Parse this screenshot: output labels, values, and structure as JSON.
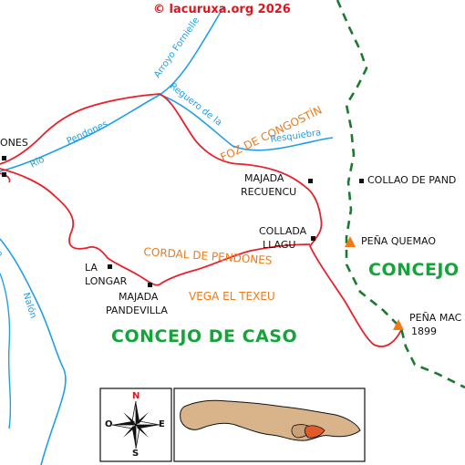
{
  "copyright": "© lacuruxa.org 2026",
  "places": {
    "pendones": "ONES",
    "majada_recuencu_1": "MAJADA",
    "majada_recuencu_2": "RECUENCU",
    "collao": "COLLAO DE PAND",
    "collada_1": "COLLADA",
    "collada_2": "LLAGU",
    "pena_quemao": "PEÑA QUEMAO",
    "pena_mac_1": "PEÑA MAC",
    "pena_mac_2": "1899",
    "la_longar_1": "LA",
    "la_longar_2": "LONGAR",
    "majada_pandevilla_1": "MAJADA",
    "majada_pandevilla_2": "PANDEVILLA"
  },
  "rivers": {
    "arroyo": "Arroyo Fornielle",
    "regueiro": "Reguero de la",
    "resquiebra": "Resquiebra",
    "rio": "Río",
    "pendones": "Pendones",
    "nalon": "Nalón",
    "edge": "o"
  },
  "features": {
    "foz": "FOZ DE CONGOSTÍN",
    "cordal": "CORDAL DE PENDONES",
    "vega": "VEGA EL TEXEU"
  },
  "areas": {
    "concejo_caso": "CONCEJO DE CASO",
    "concejo_right": "CONCEJO"
  },
  "compass": {
    "n": "N",
    "s": "S",
    "e": "E",
    "o": "O"
  },
  "colors": {
    "route": "#e8212a",
    "river": "#1f9fe6",
    "border": "#1b7a2e",
    "feature": "#ef7a18",
    "area": "#14a43a",
    "region": "#d9b48a",
    "highlight": "#e35a2a"
  }
}
